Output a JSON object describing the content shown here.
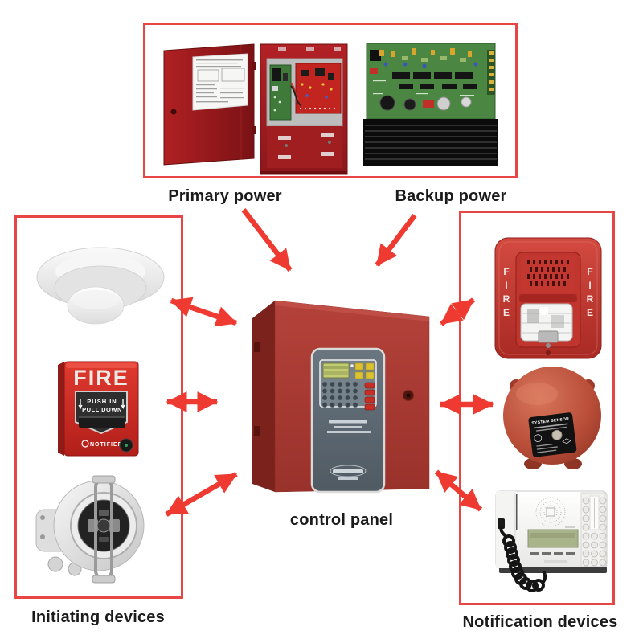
{
  "labels": {
    "primary_power": "Primary power",
    "backup_power": "Backup power",
    "control_panel": "control panel",
    "initiating_devices": "Initiating devices",
    "notification_devices": "Notification devices"
  },
  "pull_station": {
    "sign": "FIRE",
    "instruction_top": "PUSH IN",
    "instruction_bottom": "PULL DOWN",
    "brand": "NOTIFIER"
  },
  "horn_strobe": {
    "side_word": "FIRE"
  },
  "bell": {
    "brand": "SYSTEM SENSOR"
  },
  "colors": {
    "background": "#ffffff",
    "group_border": "#e84545",
    "arrow": "#ee3a30",
    "label_text": "#1b1b1b"
  }
}
